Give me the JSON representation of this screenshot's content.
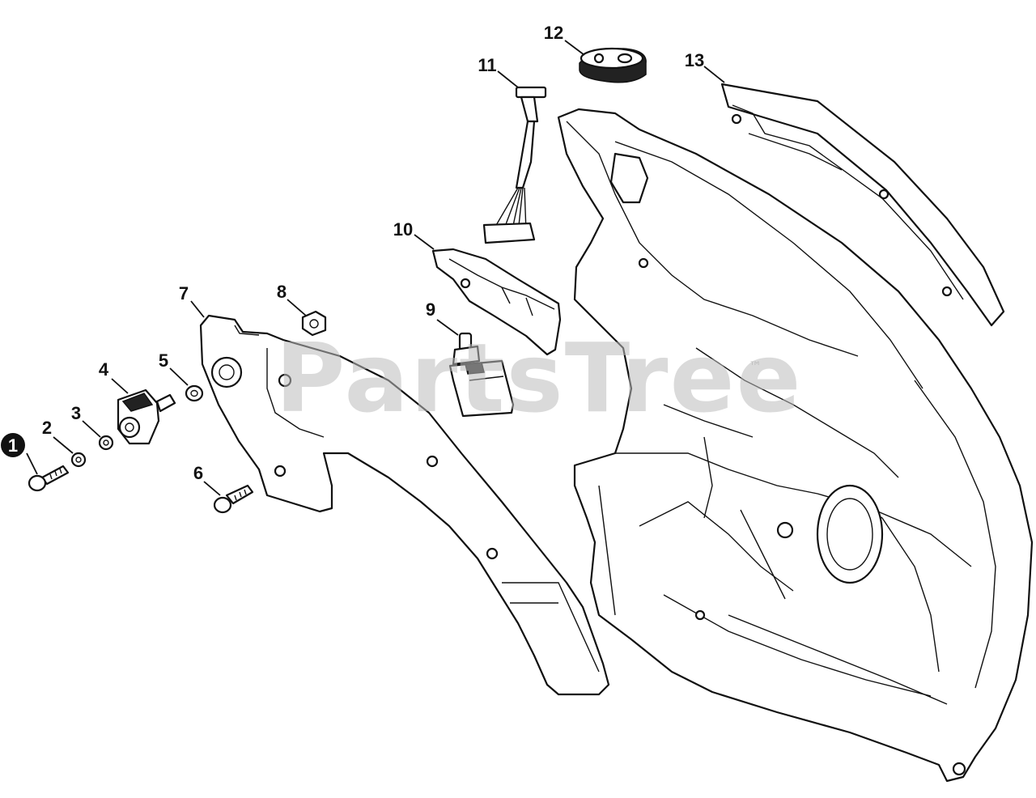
{
  "diagram": {
    "watermark": "PartsTree",
    "trademark": "™",
    "callouts": [
      {
        "id": "1",
        "selected": true
      },
      {
        "id": "2"
      },
      {
        "id": "3"
      },
      {
        "id": "4"
      },
      {
        "id": "5"
      },
      {
        "id": "6"
      },
      {
        "id": "7"
      },
      {
        "id": "8"
      },
      {
        "id": "9"
      },
      {
        "id": "10"
      },
      {
        "id": "11"
      },
      {
        "id": "12"
      },
      {
        "id": "13"
      }
    ]
  }
}
